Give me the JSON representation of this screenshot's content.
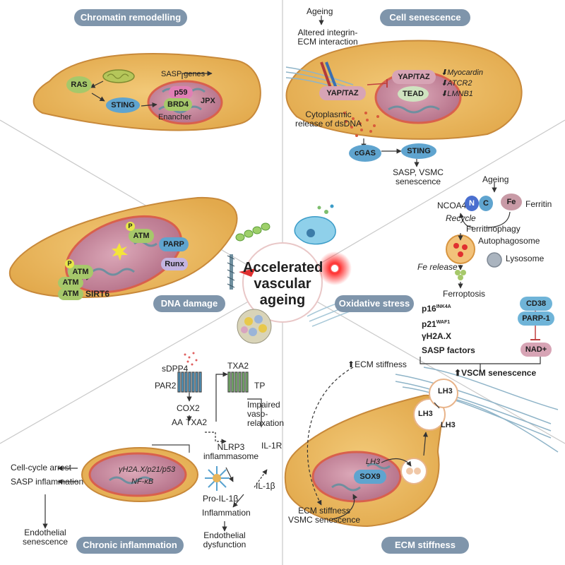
{
  "center": {
    "line1": "Accelerated",
    "line2": "vascular",
    "line3": "ageing"
  },
  "panels": {
    "chromatin": {
      "title": "Chromatin remodelling",
      "ras": "RAS",
      "sting": "STING",
      "sasp_genes": "SASP genes",
      "p59": "p59",
      "brd4": "BRD4",
      "jpx": "JPX",
      "enhancer": "Enancher"
    },
    "senescence": {
      "title": "Cell senescence",
      "ageing": "Ageing",
      "altered1": "Altered integrin-",
      "altered2": "ECM interaction",
      "yaptaz_nuc": "YAP/TAZ",
      "tead": "TEAD",
      "myocardin": "Myocardin",
      "actr2": "ATCR2",
      "lmnb1": "LMNB1",
      "yaptaz_cyto": "YAP/TAZ",
      "release1": "Cytoplasmic",
      "release2": "release of dsDNA",
      "cgas": "cGAS",
      "sting": "STING",
      "out1": "SASP, VSMC",
      "out2": "senescence"
    },
    "dna": {
      "title": "DNA damage",
      "atm1": "ATM",
      "atm2": "ATM",
      "atm3": "ATM",
      "atm4": "ATM",
      "p1": "P",
      "p2": "P",
      "parp": "PARP",
      "runx": "Runx",
      "sirt6": "SIRT6"
    },
    "oxidative": {
      "title": "Oxidative stress",
      "ageing": "Ageing",
      "ncoa4": "NCOA4",
      "n": "N",
      "c": "C",
      "fe": "Fe",
      "ferritin": "Ferritin",
      "recycle": "Recycle",
      "ferritinophagy": "Ferritinophagy",
      "autophagosome": "Autophagosome",
      "lysosome": "Lysosome",
      "fe_release": "Fe release",
      "ferroptosis": "Ferroptosis",
      "p16": "p16",
      "p16_sup": "INK4A",
      "p21": "p21",
      "p21_sup": "WAF1",
      "gh2ax": "γH2A.X",
      "sasp": "SASP factors",
      "cd38": "CD38",
      "parp1": "PARP-1",
      "nad": "NAD+",
      "out": "VSCM senescence"
    },
    "inflammation": {
      "title": "Chronic inflammation",
      "sdpp4": "sDPP4",
      "par2": "PAR2",
      "cox2": "COX2",
      "aa": "AA",
      "txa2": "TXA2",
      "txa2_top": "TXA2",
      "tp": "TP",
      "impaired1": "Impaired",
      "impaired2": "vaso-",
      "impaired3": "relaxation",
      "nlrp3_1": "NLRP3",
      "nlrp3_2": "inflammasome",
      "il1r": "IL-1R",
      "il1b": "IL-1β",
      "pro_il1b": "Pro-IL-1β",
      "inflammation": "Inflammation",
      "endo_dys1": "Endothelial",
      "endo_dys2": "dysfunction",
      "cellcycle": "Cell-cycle arrest",
      "sasp_inf": "SASP inflammation",
      "endo_sen1": "Endothelial",
      "endo_sen2": "senescence",
      "nuc1": "γH2A.X/p21/p53",
      "nuc2": "NF-κB"
    },
    "ecm": {
      "title": "ECM stiffness",
      "stiff_top": "ECM stiffness",
      "lh3_a": "LH3",
      "lh3_b": "LH3",
      "lh3_c": "LH3",
      "lh3_nuc": "LH3",
      "sox9": "SOX9",
      "bottom1": "ECM stiffness",
      "bottom2": "VSMC senescence"
    }
  },
  "colors": {
    "cell": "#e9b659",
    "cell_border": "#c8893a",
    "nucleus": "#c98aa0",
    "pill": "#7f95ab",
    "blue_protein": "#5fa4cf",
    "green_protein": "#a6c86a",
    "pink_protein": "#d7a4b5",
    "red": "#e03030"
  }
}
